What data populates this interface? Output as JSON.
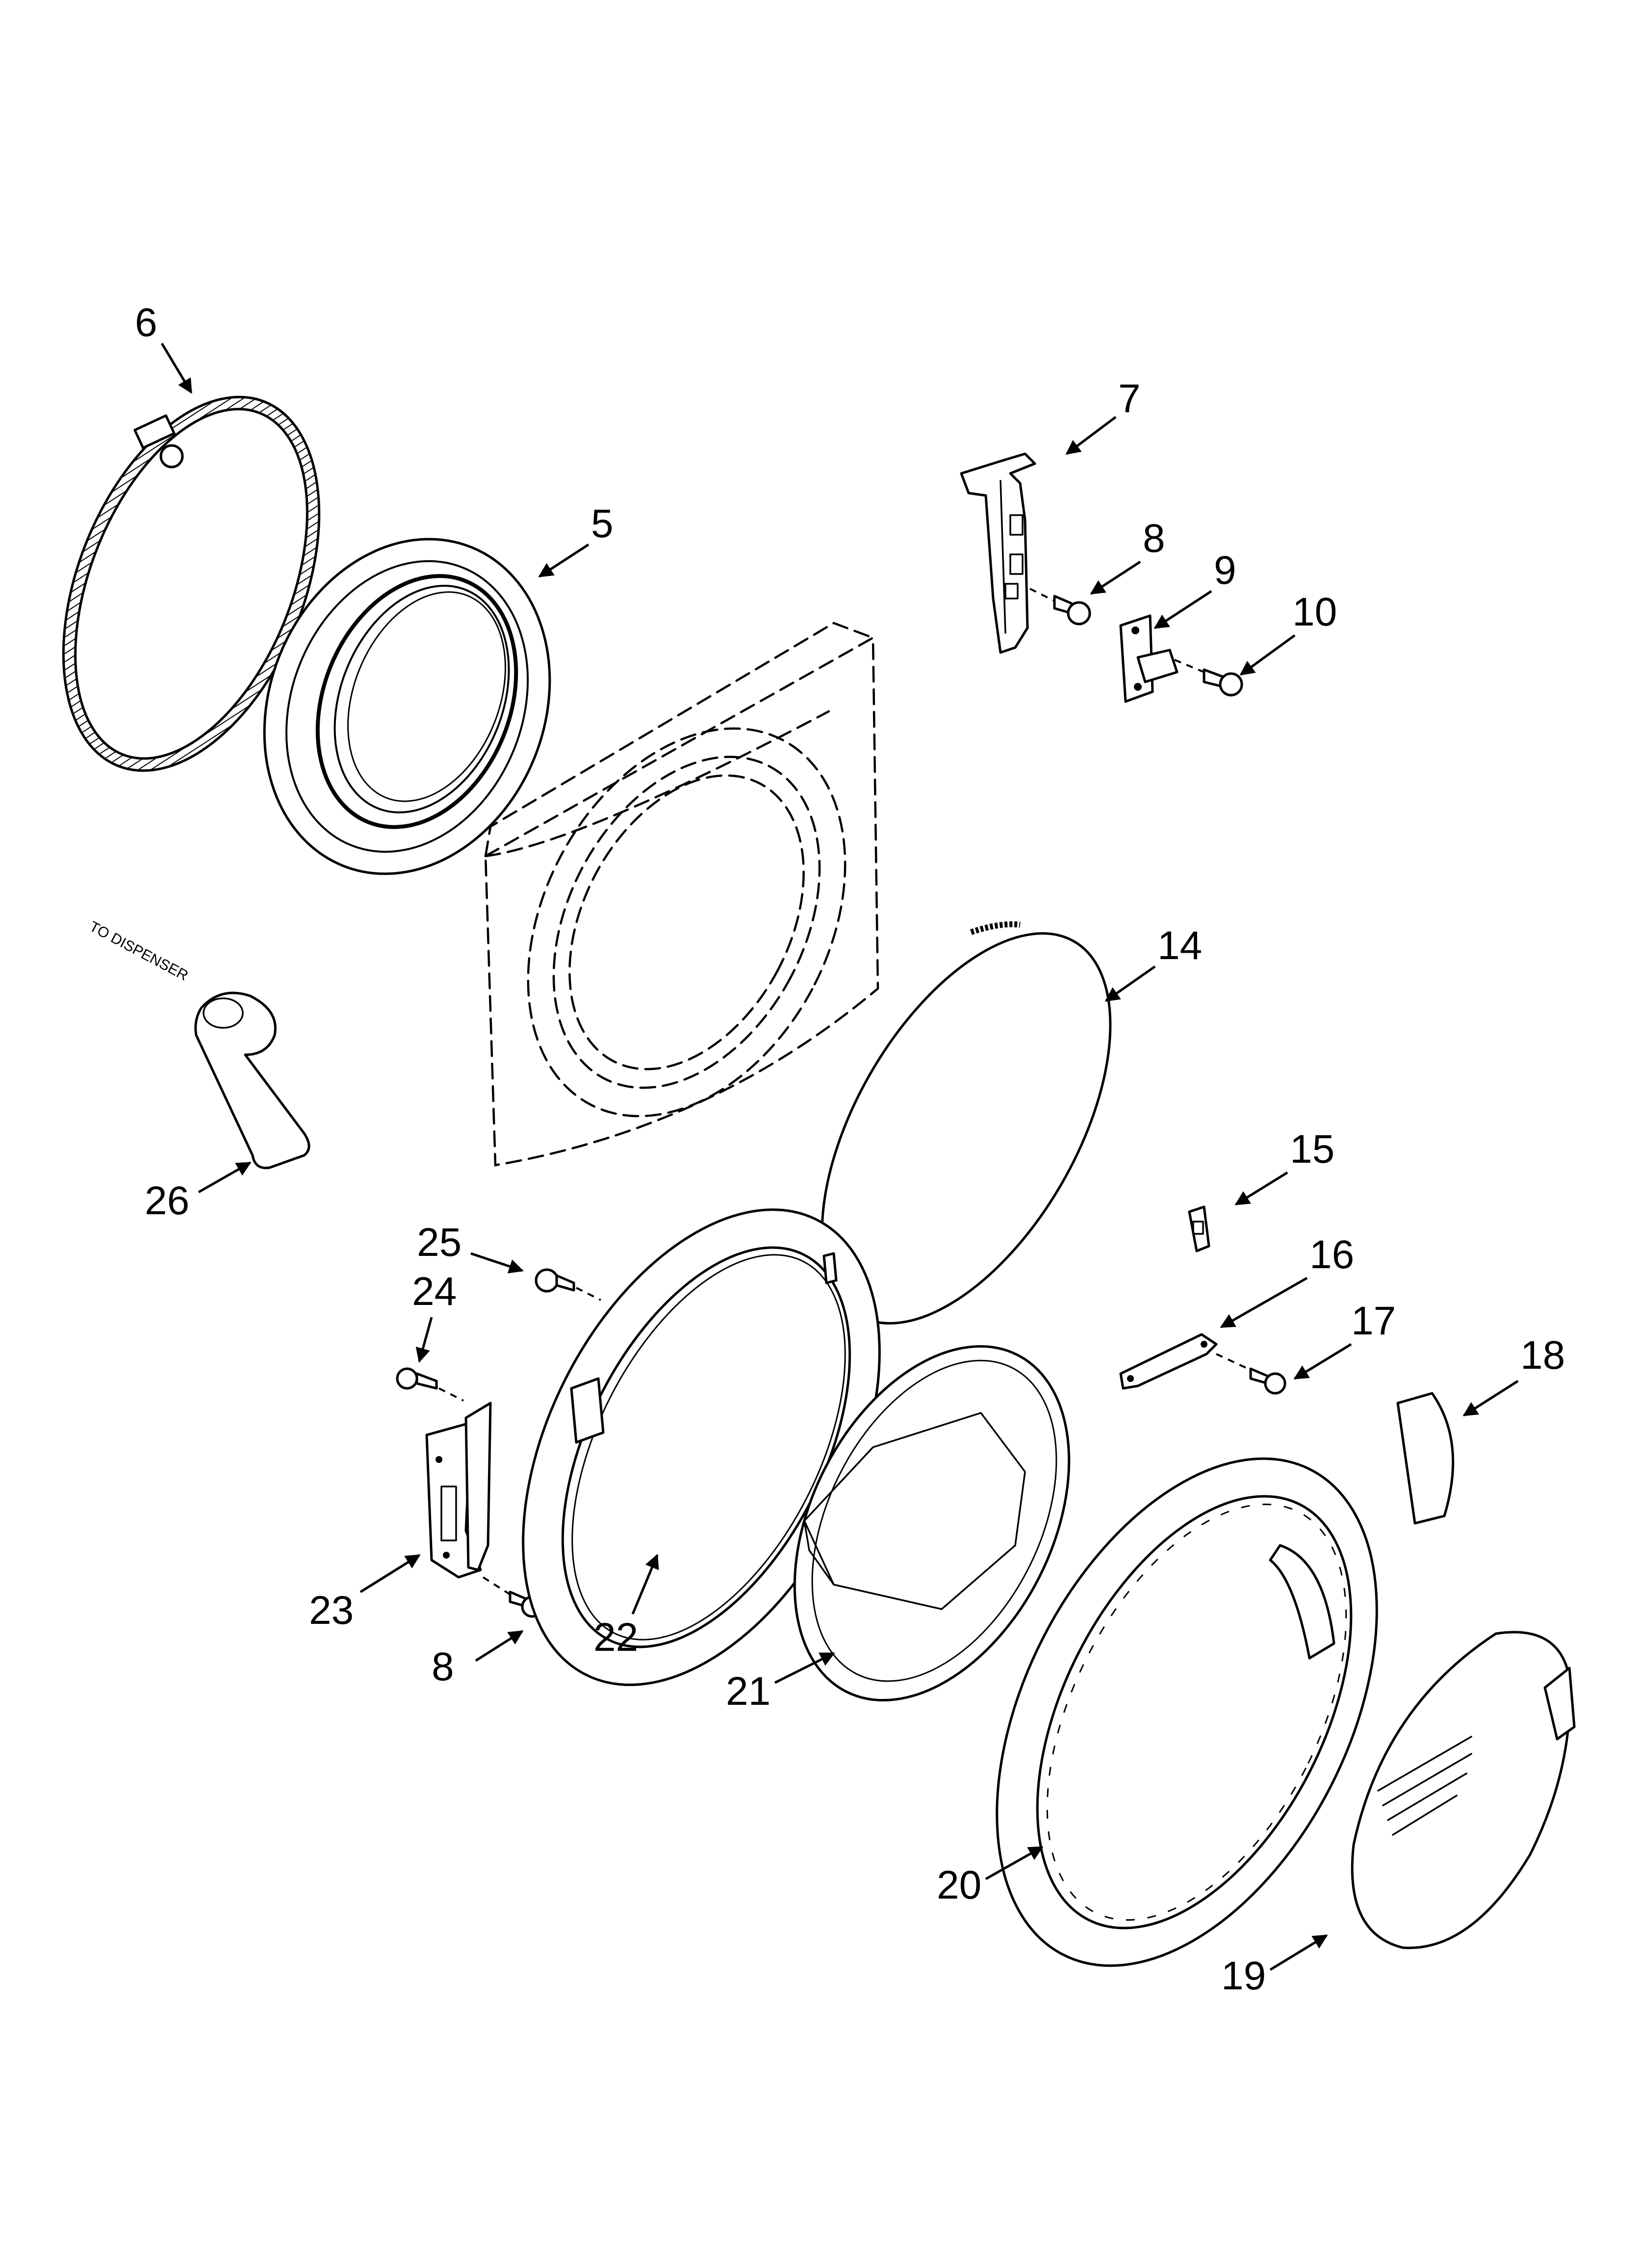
{
  "diagram": {
    "callouts": {
      "c5": "5",
      "c6": "6",
      "c7": "7",
      "c8a": "8",
      "c8b": "8",
      "c9": "9",
      "c10": "10",
      "c14": "14",
      "c15": "15",
      "c16": "16",
      "c17": "17",
      "c18": "18",
      "c19": "19",
      "c20": "20",
      "c21": "21",
      "c22": "22",
      "c23": "23",
      "c24": "24",
      "c25": "25",
      "c26": "26"
    },
    "annotation": "TO DISPENSER"
  }
}
